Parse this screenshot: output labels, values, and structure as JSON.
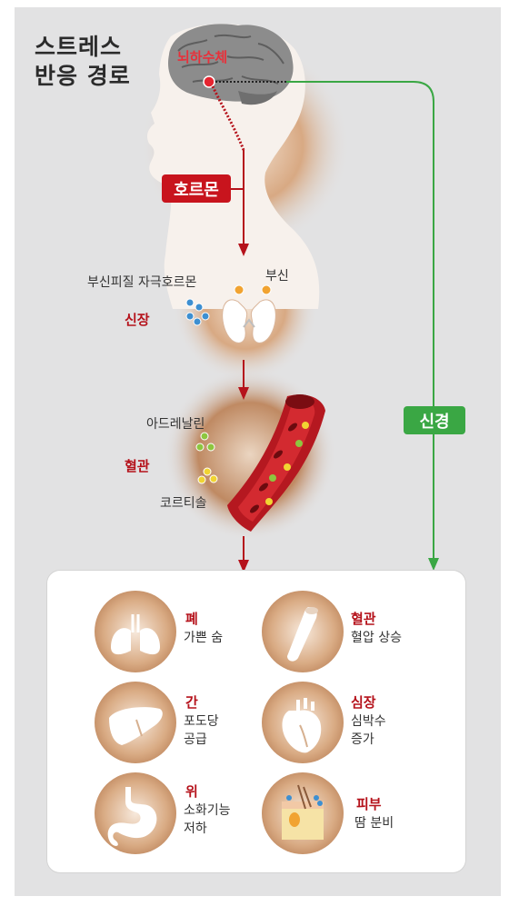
{
  "title": [
    "스트레스",
    "반응 경로"
  ],
  "pituitary": "뇌하수체",
  "hormone": "호르몬",
  "nerve": "신경",
  "kidney": {
    "acth": "부신피질 자극호르몬",
    "adrenal": "부신",
    "label": "신장"
  },
  "vessel": {
    "adrenaline": "아드레날린",
    "label": "혈관",
    "cortisol": "코르티솔"
  },
  "effects": [
    {
      "name": "폐",
      "desc": [
        "가쁜 숨"
      ]
    },
    {
      "name": "혈관",
      "desc": [
        "혈압 상승"
      ]
    },
    {
      "name": "간",
      "desc": [
        "포도당",
        "공급"
      ]
    },
    {
      "name": "심장",
      "desc": [
        "심박수",
        "증가"
      ]
    },
    {
      "name": "위",
      "desc": [
        "소화기능",
        "저하"
      ]
    },
    {
      "name": "피부",
      "desc": [
        "땀 분비"
      ]
    }
  ],
  "colors": {
    "red": "#b5121b",
    "green": "#3aa744",
    "background": "#e2e2e3"
  }
}
